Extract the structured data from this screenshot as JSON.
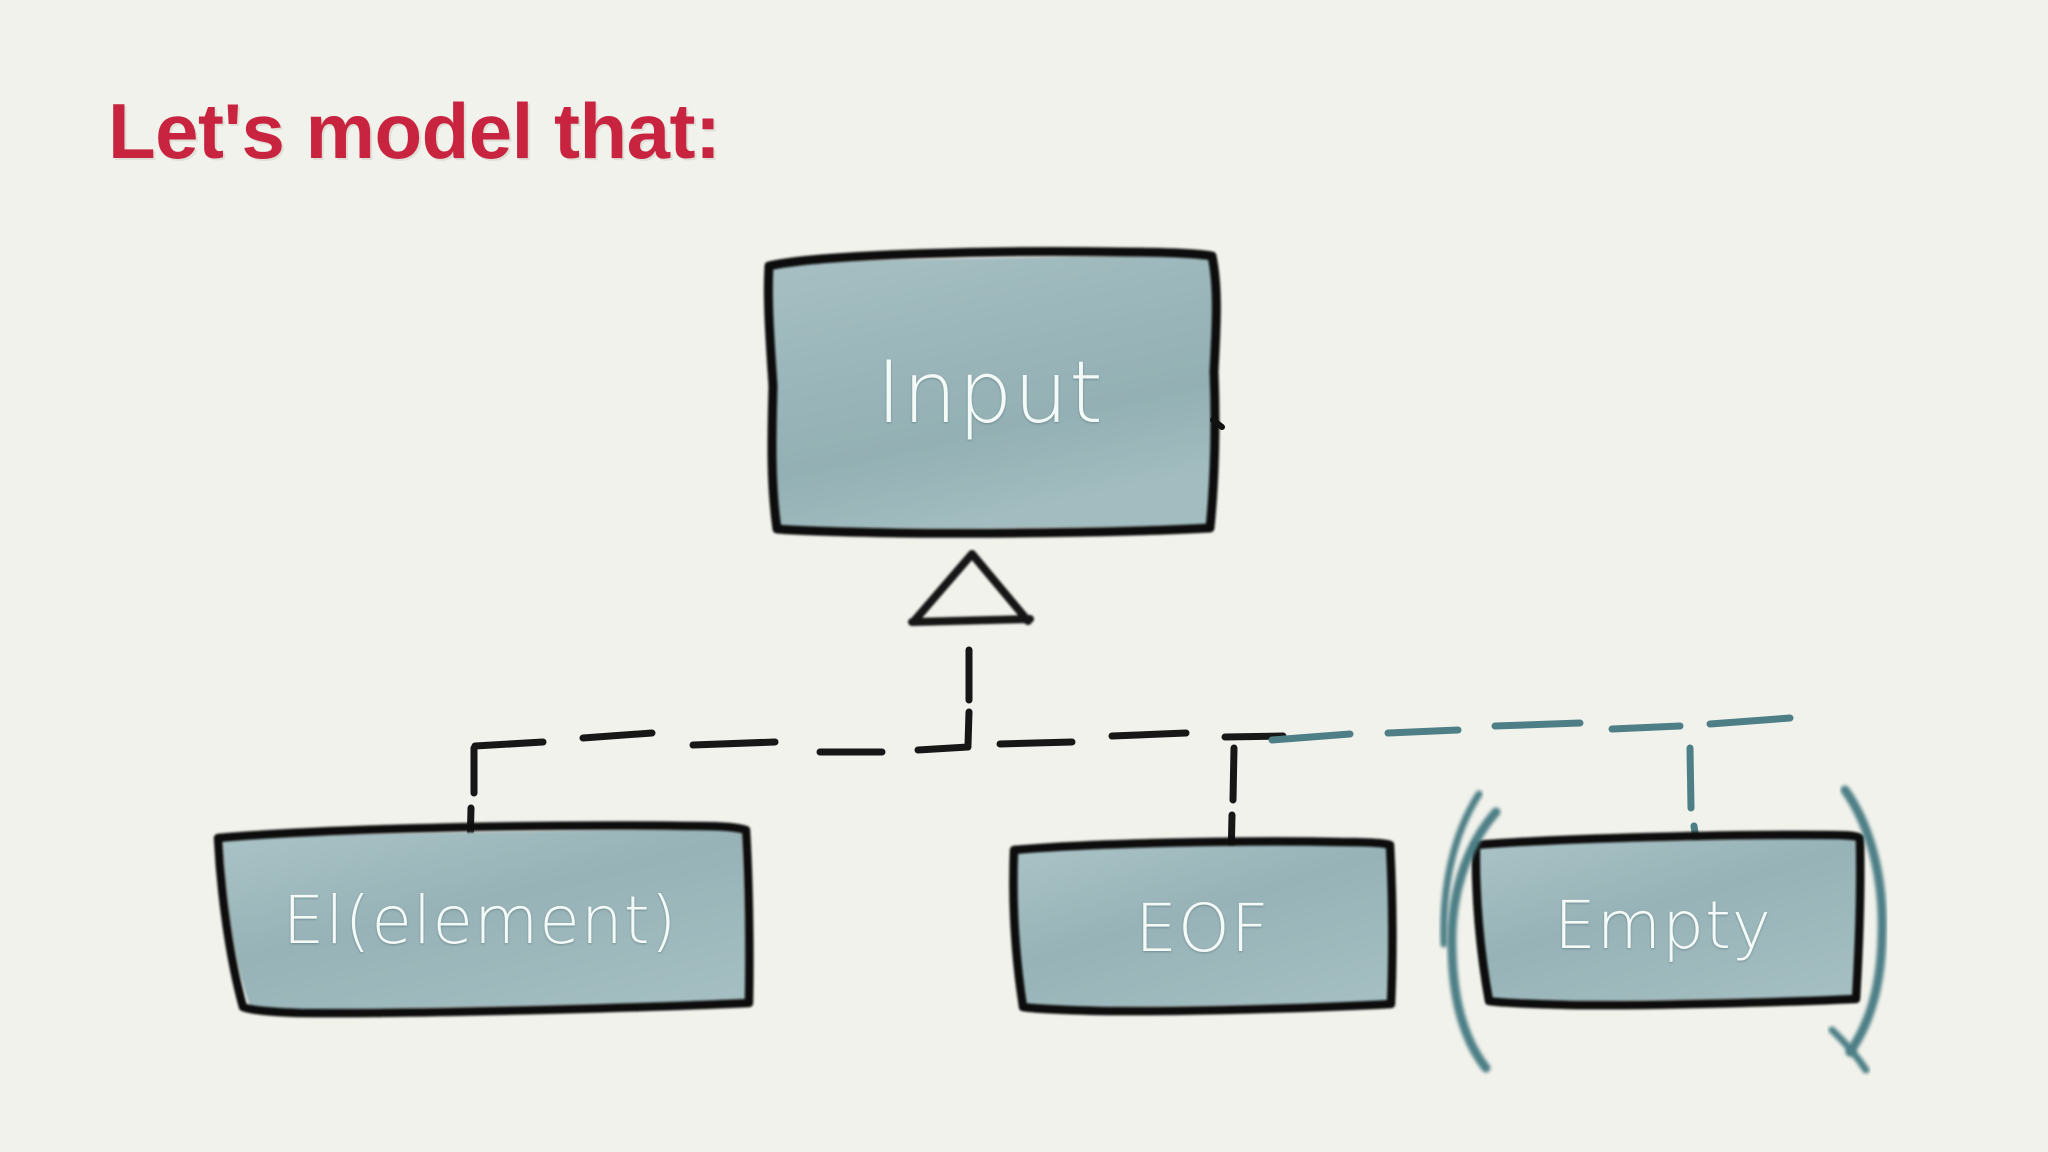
{
  "slide": {
    "title": "Let's model that:",
    "background_color": "#f2f2ec",
    "title_color": "#c8243f"
  },
  "diagram": {
    "type": "uml-class-generalization",
    "notation": "hand-drawn / whiteboard sketch",
    "node_fill_color": "#9cb7bb",
    "node_stroke_color": "#111111",
    "node_text_color": "#f4faf7",
    "connector_color": "#1a1a1a",
    "highlight_color": "#4e7f86",
    "parent": {
      "id": "input",
      "label": "Input",
      "role": "supertype"
    },
    "children": [
      {
        "id": "element",
        "label": "El(element)",
        "role": "subtype",
        "highlighted": false
      },
      {
        "id": "eof",
        "label": "EOF",
        "role": "subtype",
        "highlighted": false
      },
      {
        "id": "empty",
        "label": "Empty",
        "role": "subtype",
        "highlighted": true
      }
    ],
    "arrow": {
      "kind": "generalization-triangle",
      "filled": false,
      "line_style": "dashed"
    },
    "annotation": {
      "kind": "emphasis-brackets",
      "target": "empty",
      "color": "#4e7f86"
    }
  }
}
